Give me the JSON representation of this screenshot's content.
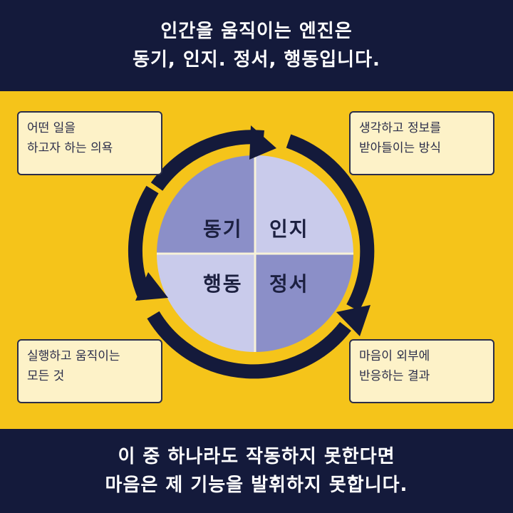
{
  "header": {
    "line1": "인간을 움직이는 엔진은",
    "line2": "동기, 인지. 정서, 행동입니다."
  },
  "footer": {
    "line1": "이 중 하나라도 작동하지 못한다면",
    "line2": "마음은 제 기능을 발휘하지 못합니다."
  },
  "cycle": {
    "quadrants": {
      "top_left": "동기",
      "top_right": "인지",
      "bottom_left": "행동",
      "bottom_right": "정서"
    }
  },
  "notes": {
    "motivation": [
      "어떤 일을",
      "하고자 하는 의욕"
    ],
    "cognition": [
      "생각하고 정보를",
      "받아들이는 방식"
    ],
    "behavior": [
      "실행하고 움직이는",
      "모든 것"
    ],
    "emotion": [
      "마음이 외부에",
      "반응하는 결과"
    ]
  },
  "colors": {
    "navy": "#141a3b",
    "yellow": "#f5c41a",
    "note_bg": "#fdf2c8",
    "quad_dark": "#8b8fc8",
    "quad_light": "#c9cbeb"
  }
}
